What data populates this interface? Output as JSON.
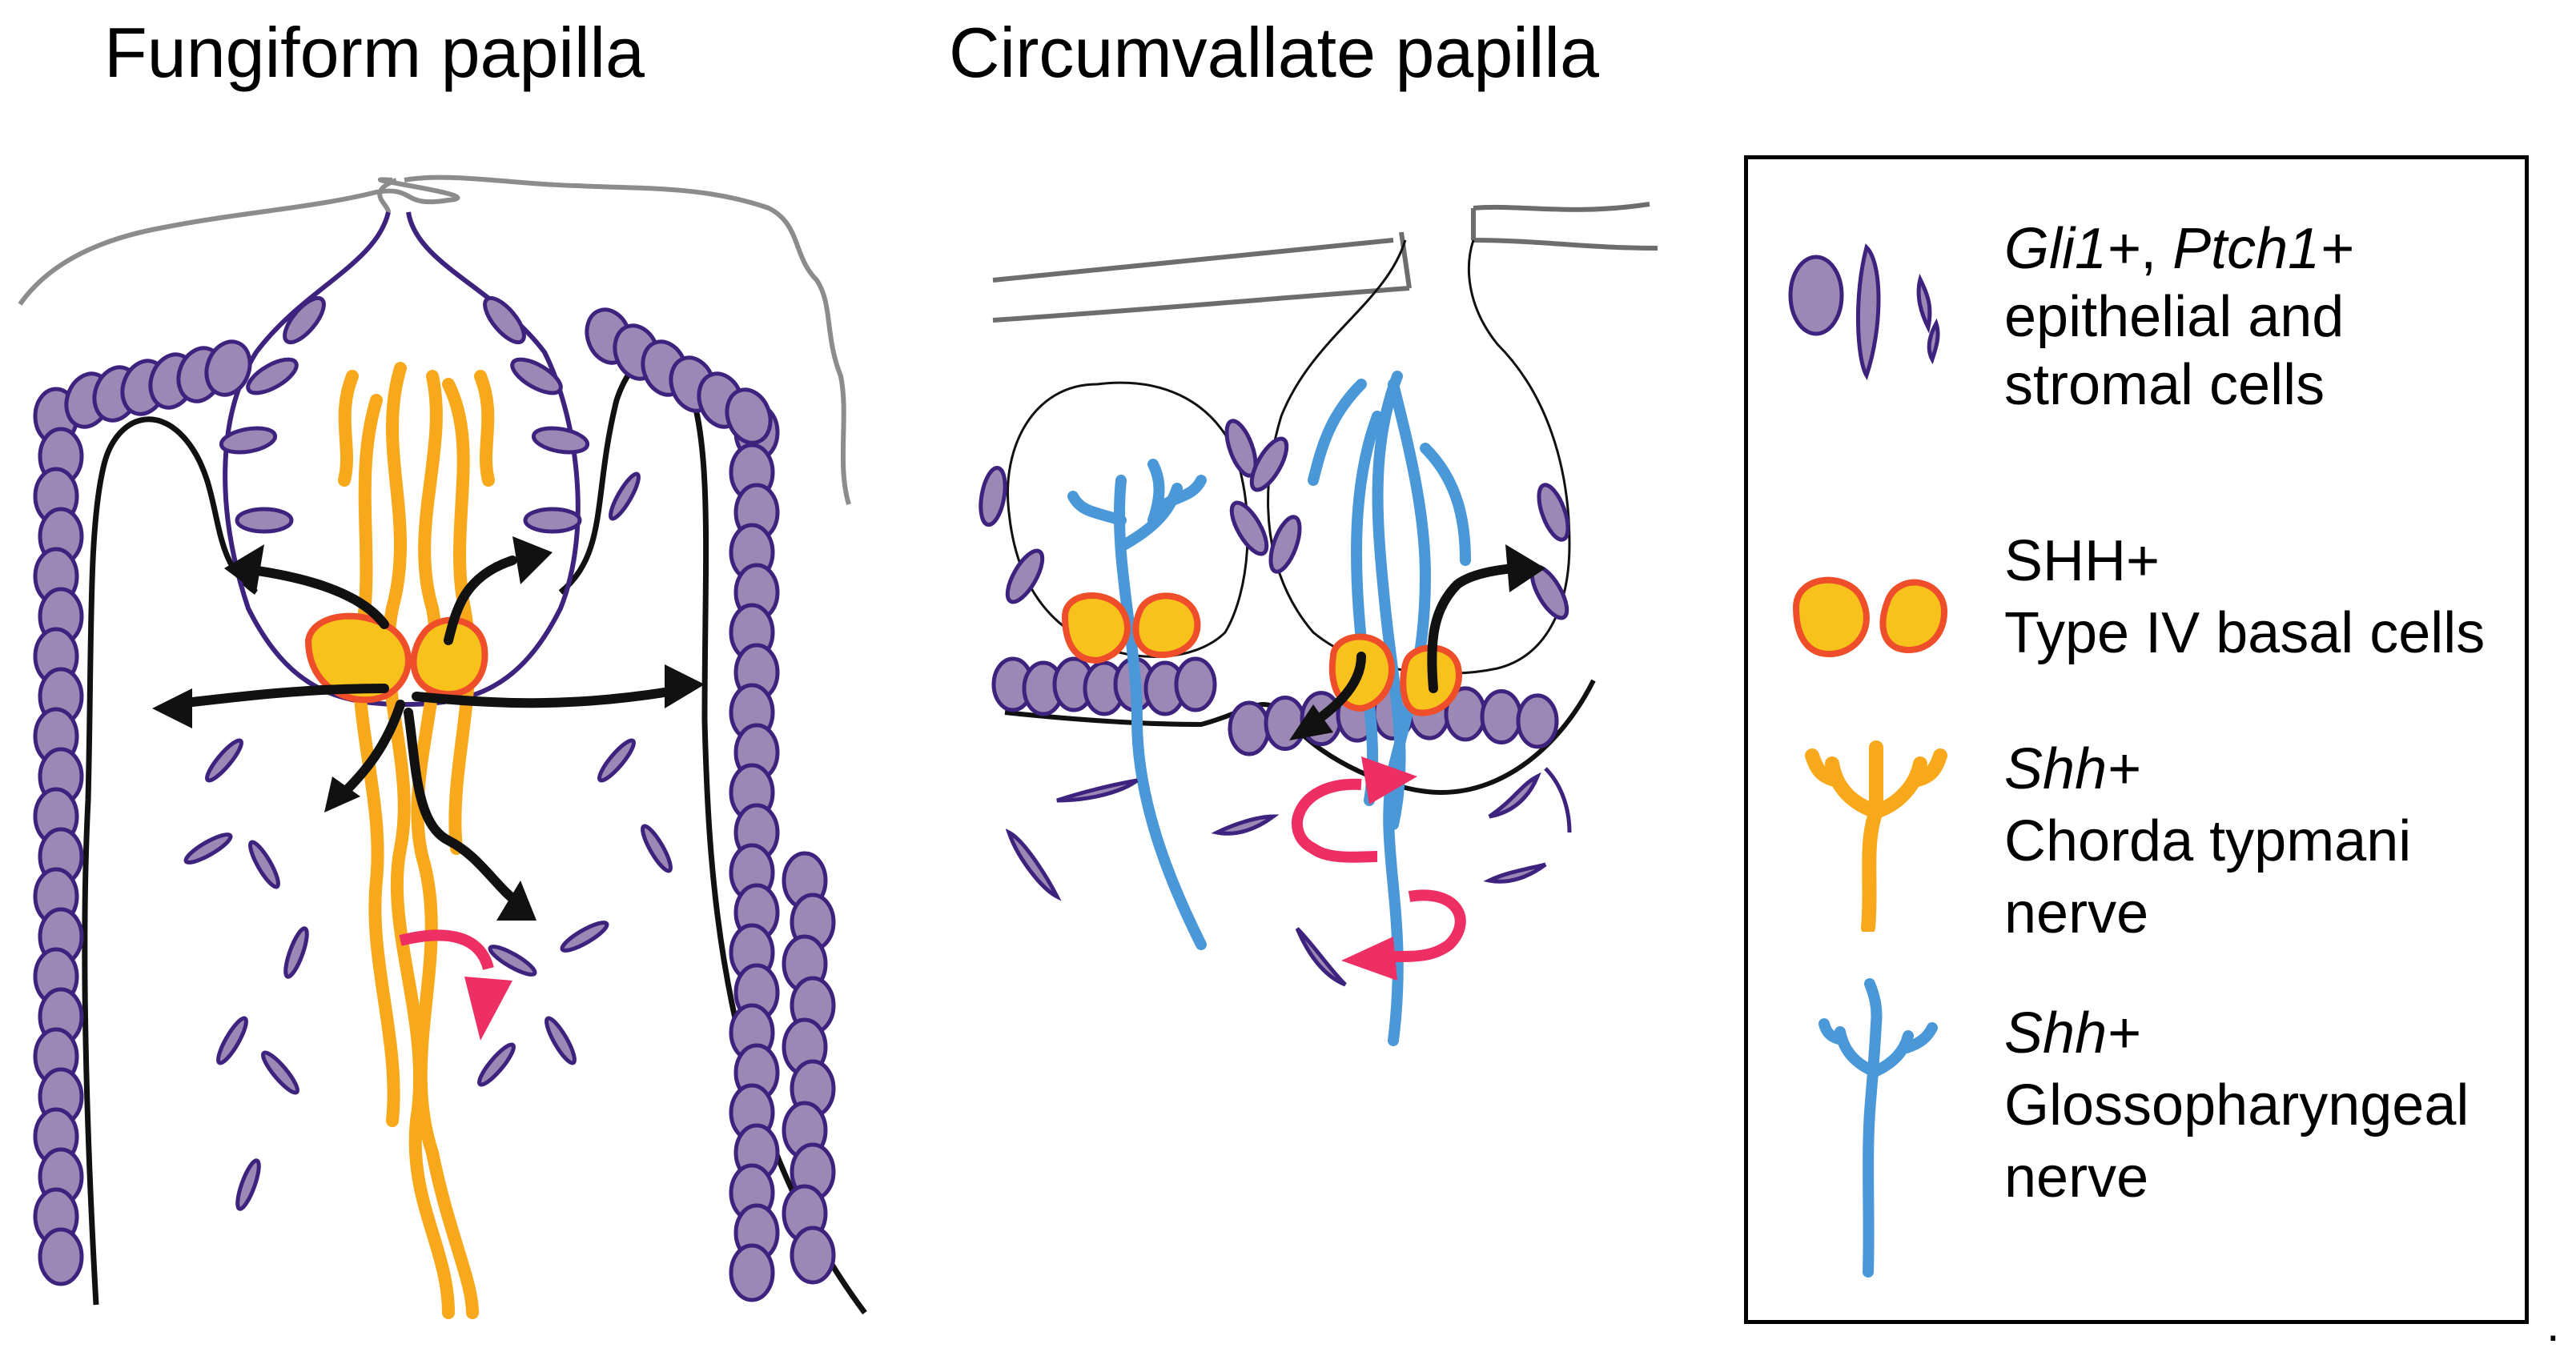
{
  "titles": {
    "left": "Fungiform papilla",
    "right": "Circumvallate papilla"
  },
  "colors": {
    "cell_fill": "#9c88b4",
    "cell_stroke": "#3d237e",
    "shh_cell_fill": "#f6c21b",
    "shh_cell_stroke": "#ef4e2a",
    "chorda_nerve": "#f7a81b",
    "glosso_nerve": "#4a98d8",
    "signal_arrow": "#111111",
    "recycle_arrow": "#ee2f63",
    "epithelium_line": "#8c8c8c"
  },
  "legend": {
    "item1": {
      "icon": "gli1-ptch1-cells-icon",
      "label_italic_a": "Gli1+",
      "label_sep": ", ",
      "label_italic_b": "Ptch1+",
      "line2": "epithelial and",
      "line3": "stromal cells"
    },
    "item2": {
      "icon": "shh-basal-cells-icon",
      "line1": "SHH+",
      "line2": "Type IV basal cells"
    },
    "item3": {
      "icon": "chorda-tympani-nerve-icon",
      "line1": "Shh+",
      "line2": "Chorda typmani",
      "line3": "nerve"
    },
    "item4": {
      "icon": "glossopharyngeal-nerve-icon",
      "line1": "Shh+",
      "line2": "Glossopharyngeal",
      "line3": "nerve"
    }
  },
  "trailing_mark": "."
}
